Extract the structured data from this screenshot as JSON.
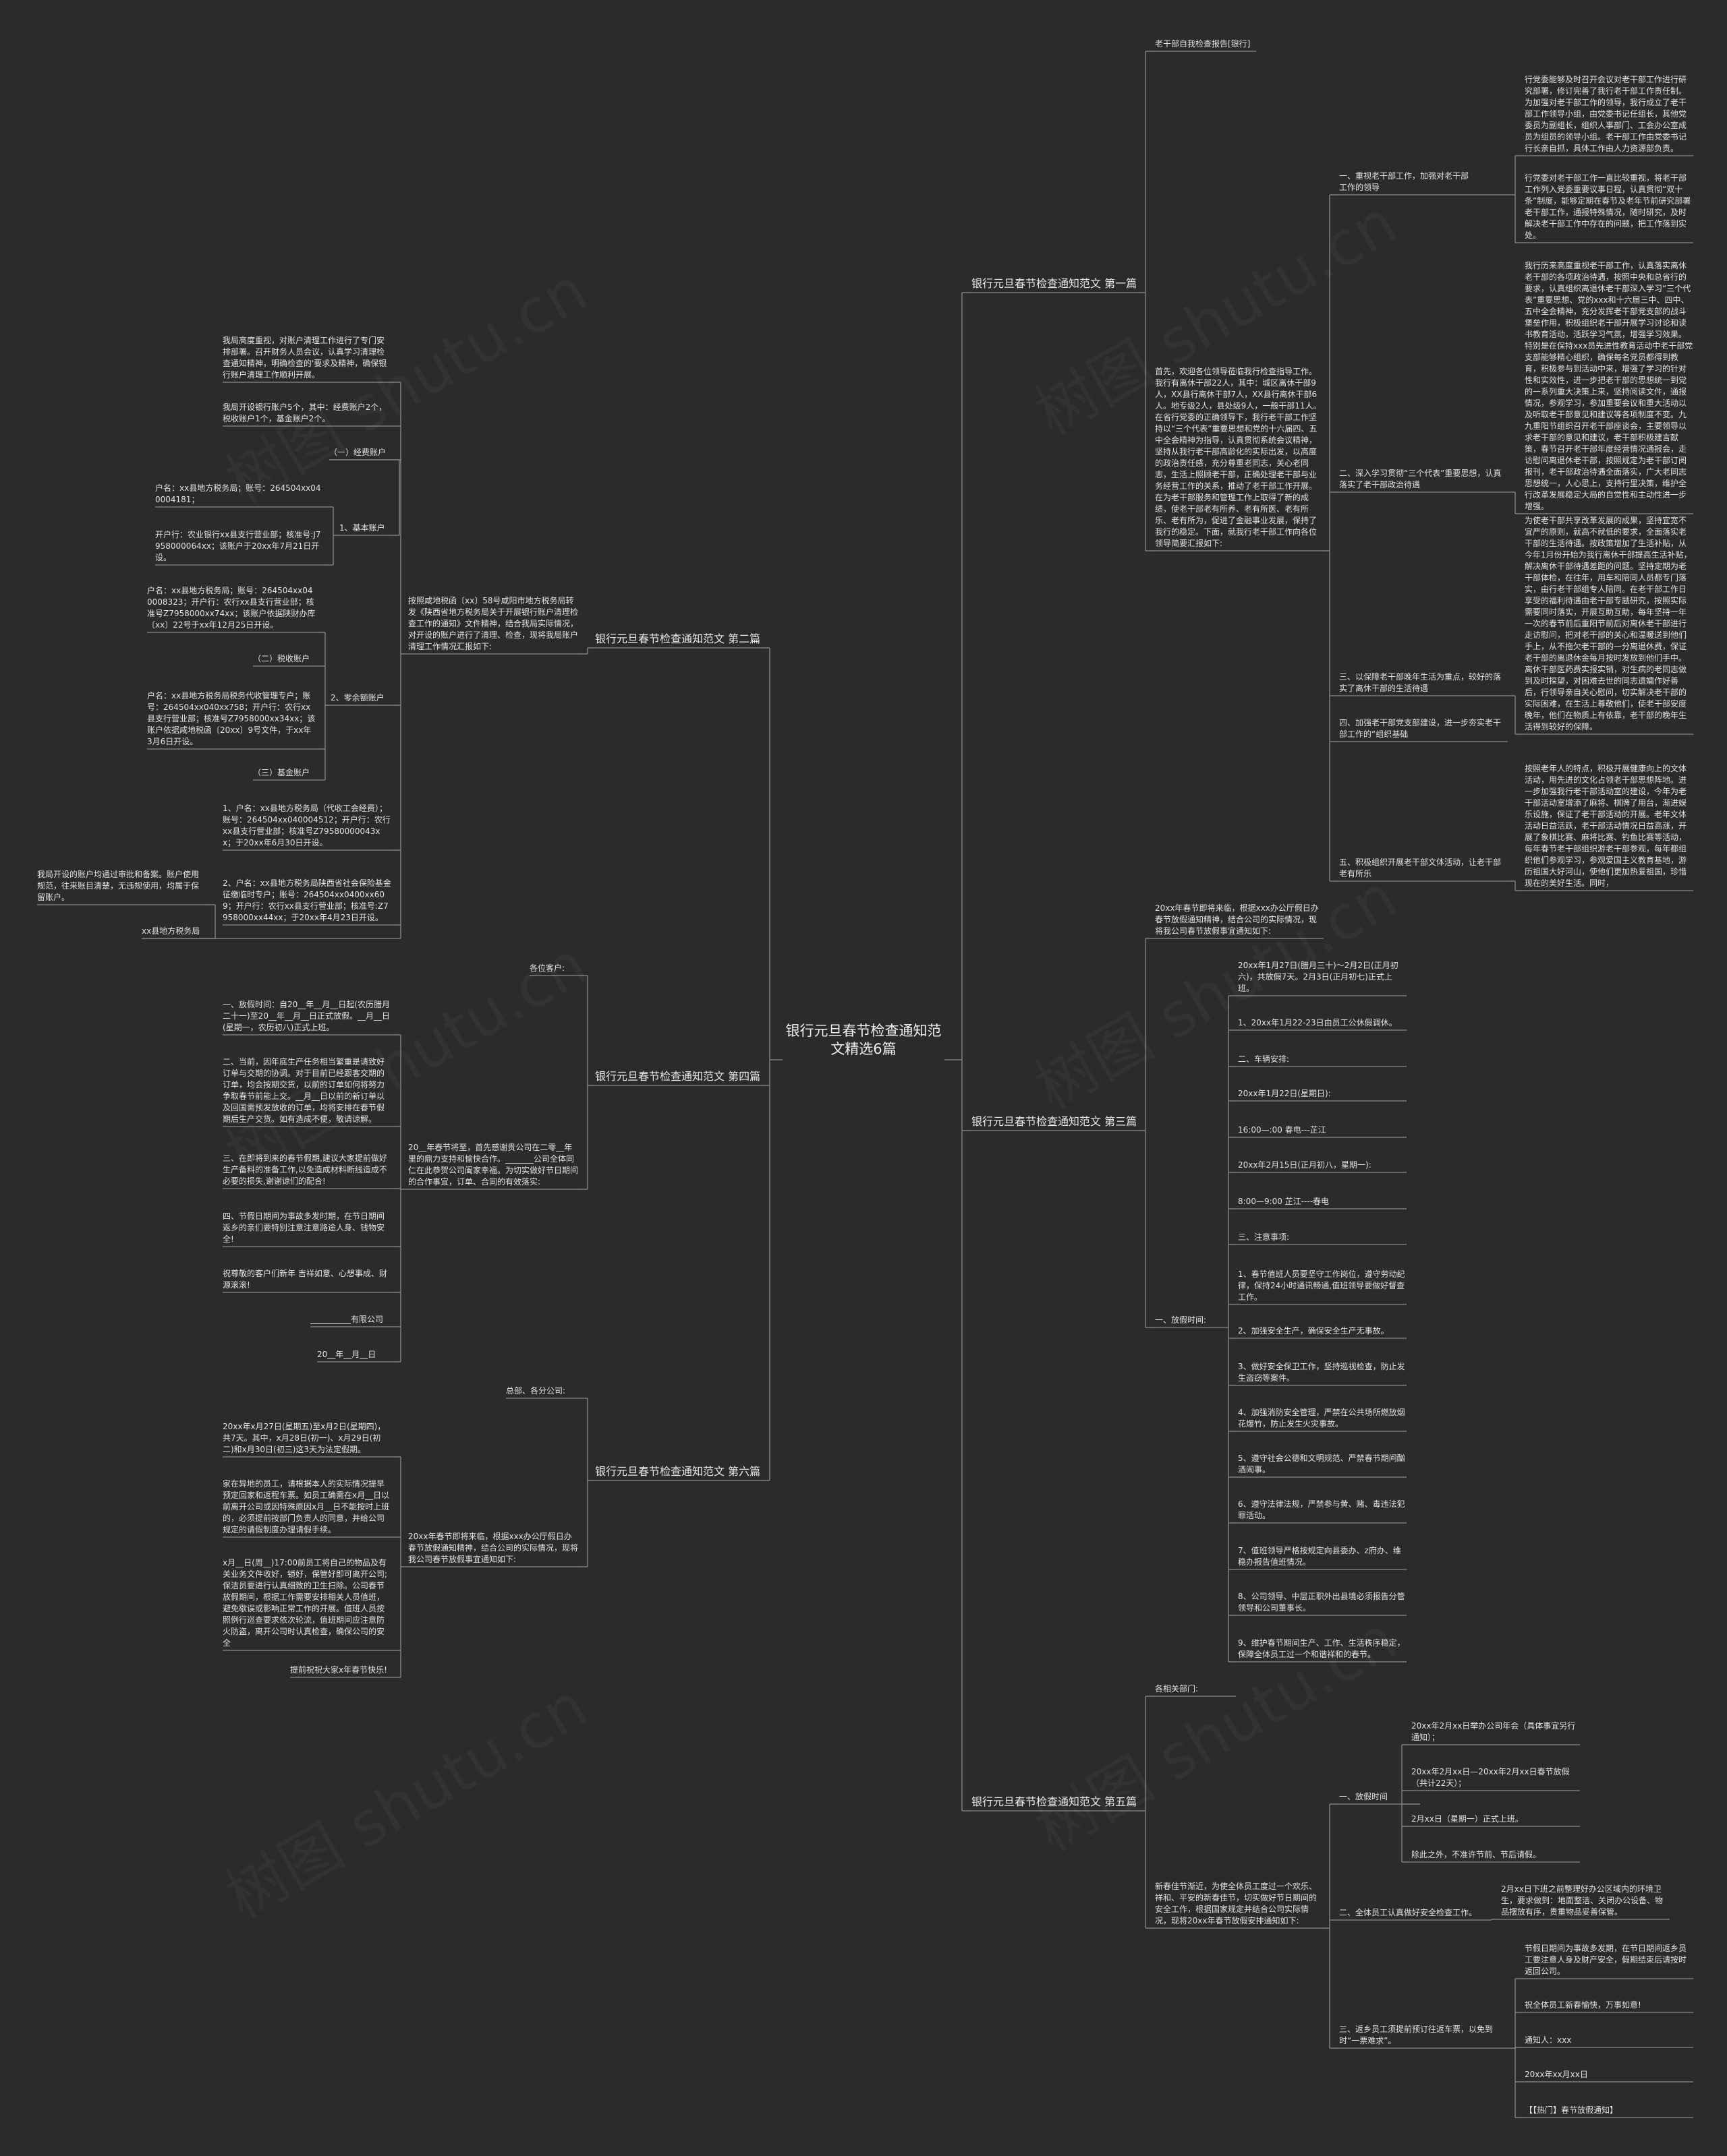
{
  "root": "银行元旦春节检查通知范文精选6篇",
  "watermark": "树图 shutu.cn",
  "b1": {
    "title": "银行元旦春节检查通知范文 第一篇",
    "head": "老干部自我检查报告[银行]",
    "intro": "首先，欢迎各位领导莅临我行检查指导工作。我行有离休干部22人，其中：城区离休干部9人，XX县行离休干部7人，XX县行离休干部6人。地专级2人，县处级9人，一般干部11人。在省行党委的正确领导下，我行老干部工作坚持以“三个代表”重要思想和党的十六届四、五中全会精神为指导，认真贯彻系统会议精神，坚持从我行老干部高龄化的实际出发，以高度的政治责任感，充分尊重老同志，关心老同志，生活上照顾老干部，正确处理老干部与业务经营工作的关系，推动了老干部工作开展。在为老干部服务和管理工作上取得了新的成绩，使老干部老有所养、老有所医、老有所乐、老有所为，促进了金融事业发展，保持了我行的稳定。下面，就我行老干部工作向各位领导简要汇报如下:",
    "s1": "一、重视老干部工作，加强对老干部工作的领导",
    "s1a": "行党委能够及时召开会议对老干部工作进行研究部署，修订完善了我行老干部工作责任制。为加强对老干部工作的领导，我行成立了老干部工作领导小组，由党委书记任组长，其他党委员为副组长，组织人事部门、工会办公室成员为组员的领导小组。老干部工作由党委书记行长亲自抓，具体工作由人力资源部负责。",
    "s1b": "行党委对老干部工作一直比较重视，将老干部工作列入党委重要议事日程，认真贯彻“双十条”制度，能够定期在春节及老年节前研究部署老干部工作，通报特殊情况，随时研究，及时解决老干部工作中存在的问题，把工作落到实处。",
    "s2": "二、深入学习贯彻“三个代表”重要思想，认真落实了老干部政治待遇",
    "s2a": "我行历来高度重视老干部工作，认真落实离休老干部的各项政治待遇，按照中央和总省行的要求，认真组织离退休老干部深入学习“三个代表”重要思想、党的xxx和十六届三中、四中、五中全会精神，充分发挥老干部党支部的战斗堡垒作用，积极组织老干部开展学习讨论和读书教育活动，活跃学习气氛，增强学习效果。特别是在保持xxx员先进性教育活动中老干部党支部能够精心组织，确保每名党员都得到教育，积极参与到活动中来，增强了学习的针对性和实效性，进一步把老干部的思想统一到党的一系列重大决策上来，坚持阅读文件，通报情况，参观学习，参加重要会议和重大活动以及听取老干部意见和建议等各项制度不变。九九重阳节组织召开老干部座谈会，主要领导以求老干部的意见和建议，老干部积极建言献策，春节召开老干部年度经营情况通报会，走访慰问离退休老干部，按照规定为老干部订阅报刊，老干部政治待遇全面落实，广大老同志思想统一，人心思上，支持行里决策，维护全行改革发展稳定大局的自觉性和主动性进一步增强。",
    "s3": "三、以保障老干部晚年生活为重点，较好的落实了离休干部的生活待遇",
    "s3a": "为使老干部共享改革发展的成果，坚持宜宽不宜严的原则，就高不就低的要求，全面落实老干部的生活待遇。按政策增加了生活补贴，从今年1月份开始为我行离休干部提高生活补贴，解决离休干部待遇差距的问题。坚持定期为老干部体检，在往年，用车和陪同人员都专门落实，由行老干部组专人陪同。在老干部工作日享受的福利待遇由老干部专题研究，按照实际需要同时落实，开展互助互助，每年坚持一年一次的春节前后重阳节前后对离休老干部进行走访慰问，把对老干部的关心和温暖送到他们手上，从不拖欠老干部的一分离退休费，保证老干部的离退休金每月按时发放到他们手中。离休干部医药费实报实销，对生病的老同志做到及时探望，对困难去世的同志遗孀作好善后，行领导亲自关心慰问，切实解决老干部的实际困难，在生活上尊敬他们，使老干部安度晚年，他们在物质上有依靠，老干部的晚年生活得到较好的保障。",
    "s4": "四、加强老干部党支部建设，进一步夯实老干部工作的“组织基础",
    "s5": "五、积极组织开展老干部文体活动，让老干部老有所乐",
    "s5a": "按照老年人的特点，积极开展健康向上的文体活动，用先进的文化占领老干部思想阵地。进一步加强我行老干部活动室的建设，今年为老干部活动室增添了麻将、棋牌了用台，渐进娱乐设施，保证了老干部活动的开展。老年文体活动日益活跃，老干部活动情况日益高涨，开展了象棋比赛、麻将比赛、钓鱼比赛等活动，每年春节老干部组织游老干部参观，每年都组织他们参观学习，参观爱国主义教育基地，游历祖国大好河山，使他们更加热爱祖国，珍惜现在的美好生活。同时，"
  },
  "b2": {
    "title": "银行元旦春节检查通知范文 第二篇",
    "intro": "按照咸地税函〔xx〕58号咸阳市地方税务局转发《陕西省地方税务局关于开展银行账户清理检查工作的通知》文件精神，结合我局实际情况，对开设的账户进行了清理、检查，现将我局账户清理工作情况汇报如下:",
    "p1": "我局高度重视，对账户清理工作进行了专门安排部署。召开财务人员会议，认真学习清理检查通知精神，明确检查的'要求及精神，确保银行账户清理工作顺利开展。",
    "p2": "我局开设银行账户5个，其中：经费账户2个，税收账户1个，基金账户2个。",
    "h1": "（一）经费账户",
    "h1a": "1、基本账户",
    "h1a1": "户名：xx县地方税务局；账号：264504xx040004181；",
    "h1a2": "开户行：农业银行xx县支行营业部；核准号:J7958000064xx；该账户于20xx年7月21日开设。",
    "h2": "（二）税收账户",
    "h2a": "户名：xx县地方税务局；账号：264504xx040008323；开户行：农行xx县支行营业部；核准号Z7958000xx74xx；该账户依据陕财办库〔xx〕22号于xx年12月25日开设。",
    "h3": "2、零余额账户",
    "h3a": "户名：xx县地方税务局税务代收管理专户；账号：264504xx040xx758；开户行：农行xx县支行营业部；核准号Z7958000xx34xx；该账户依据咸地税函〔20xx〕9号文件，于xx年3月6日开设。",
    "h4": "（三）基金账户",
    "h4a": "1、户名：xx县地方税务局（代收工会经费）；账号：264504xx040004512；开户行：农行xx县支行营业部；核准号Z79580000043xx；于20xx年6月30日开设。",
    "h4b": "2、户名：xx县地方税务局陕西省社会保险基金征缴临时专户；账号：264504xx0400xx609；开户行：农行xx县支行营业部；核准号:Z7958000xx44xx；于20xx年4月23日开设。",
    "p3": "我局开设的账户均通过审批和备案。账户使用规范，往来账目清楚，无违规使用，均属于保留账户。",
    "sign": "xx县地方税务局"
  },
  "b3": {
    "title": "银行元旦春节检查通知范文 第三篇",
    "intro": "20xx年春节即将来临，根据xxx办公厅假日办春节放假通知精神，结合公司的实际情况，现将我公司春节放假事宜通知如下:",
    "sec": "一、放假时间:",
    "items": [
      "20xx年1月27日(腊月三十)～2月2日(正月初六)，共放假7天。2月3日(正月初七)正式上班。",
      "1、20xx年1月22-23日由员工公休假调休。",
      "二、车辆安排:",
      "20xx年1月22日(星期日):",
      "16:00—:00 春电---芷江",
      "20xx年2月15日(正月初八，星期一):",
      "8:00—9:00 芷江----春电",
      "三、注意事项:",
      "1、春节值班人员要坚守工作岗位，遵守劳动纪律，保持24小时通讯畅通,值班领导要做好督查工作。",
      "2、加强安全生产，确保安全生产无事故。",
      "3、做好安全保卫工作，坚持巡视检查，防止发生盗窃等案件。",
      "4、加强消防安全管理，严禁在公共场所燃放烟花爆竹，防止发生火灾事故。",
      "5、遵守社会公德和文明规范、严禁春节期间酗酒闹事。",
      "6、遵守法律法规，严禁参与黄、赌、毒违法犯罪活动。",
      "7、值班领导严格按规定向县委办、z府办、维稳办报告值班情况。",
      "8、公司领导、中层正职外出县境必须报告分管领导和公司董事长。",
      "9、维护春节期间生产、工作、生活秩序稳定，保障全体员工过一个和谐祥和的春节。"
    ]
  },
  "b4": {
    "title": "银行元旦春节检查通知范文 第四篇",
    "top": "各位客户:",
    "intro": "20__年春节将至，首先感谢贵公司在二零__年里的鼎力支持和愉快合作。_______公司全体同仁在此恭贺公司阖家幸福。为切实做好节日期间的合作事宜，订单、合同的有效落实:",
    "items": [
      "一、放假时间：自20__年__月__日起(农历腊月二十一)至20__年__月__日正式放假。__月__日(星期一，农历初八)正式上班。",
      "二、当前，因年底生产任务相当繁重是请致好订单与交期的协调。对于目前已经跟客交期的订单，均会按期交货，以前的订单如何将努力争取春节前能上交。__月__日以前的新订单以及回国需预发放收的订单，均将安排在春节假期后生产交货。如有造成不便，敬请谅解。",
      "三、在即将到来的春节假期,建议大家提前做好生产备料的准备工作,以免造成材料断线造成不必要的损失,谢谢谅们的配合!",
      "四、节假日期间为事故多发时期，在节日期间返乡的亲们要特别注意注意路途人身、钱物安全!",
      "祝尊敬的客户们新年 吉祥如意、心想事成、财源滚滚!",
      "__________有限公司",
      "20__年__月__日"
    ]
  },
  "b5": {
    "title": "银行元旦春节检查通知范文 第五篇",
    "top": "各相关部门:",
    "intro": "新春佳节渐近，为使全体员工度过一个欢乐、祥和、平安的新春佳节，切实做好节日期间的安全工作，根据国家规定并结合公司实际情况，现将20xx年春节放假安排通知如下:",
    "s1": "一、放假时间",
    "s1items": [
      "20xx年2月xx日举办公司年会（具体事宜另行通知）；",
      "20xx年2月xx日—20xx年2月xx日春节放假（共计22天）；",
      "2月xx日（星期一）正式上班。",
      "除此之外，不准许节前、节后请假。"
    ],
    "s2": "二、全体员工认真做好安全检查工作。",
    "s2a": "2月xx日下班之前整理好办公区域内的环境卫生，要求做到：地面整洁、关闭办公设备、物品摆放有序，贵重物品妥善保管。",
    "s3": "三、返乡员工须提前预订往返车票，以免到时“一票难求”。",
    "s3items": [
      "节假日期间为事故多发期，在节日期间返乡员工要注意人身及财产安全，假期结束后请按时返回公司。",
      "祝全体员工新春愉快，万事如意!",
      "通知人：xxx",
      "20xx年xx月xx日",
      "【【热门】春节放假通知】"
    ]
  },
  "b6": {
    "title": "银行元旦春节检查通知范文 第六篇",
    "top": "总部、各分公司:",
    "intro": "20xx年春节即将来临，根据xxx办公厅假日办春节放假通知精神，结合公司的实际情况，现将我公司春节放假事宜通知如下:",
    "items": [
      "20xx年x月27日(星期五)至x月2日(星期四)，共7天。其中，x月28日(初一)、x月29日(初二)和x月30日(初三)这3天为法定假期。",
      "家在异地的员工，请根据本人的实际情况提早预定回家和返程车票。如员工确需在x月__日以前离开公司或因特殊原因x月__日不能按时上班的，必须提前按部门负责人的同意，并给公司规定的请假制度办理请假手续。",
      "x月__日(周__)17:00前员工将自己的物品及有关业务文件收好，锁好，保管好即可离开公司;保洁员要进行认真细致的卫生扫除。公司春节放假期间，根据工作需要安排相关人员值班，避免歇误或影响正常工作的开展。值班人员按照例行巡查要求依次轮流，值班期间应注意防火防盗，离开公司时认真检查，确保公司的安全",
      "提前祝祝大家x年春节快乐!"
    ]
  }
}
